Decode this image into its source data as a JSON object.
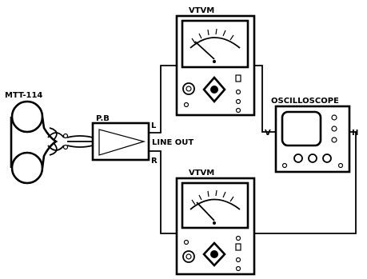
{
  "labels": {
    "tape_machine": "MTT-114",
    "playback": "P.B",
    "line_out": "LINE OUT",
    "left_channel": "L",
    "right_channel": "R",
    "vtvm_top": "VTVM",
    "vtvm_bottom": "VTVM",
    "oscilloscope": "OSCILLOSCOPE",
    "scope_v_input": "V",
    "scope_h_input": "H"
  }
}
